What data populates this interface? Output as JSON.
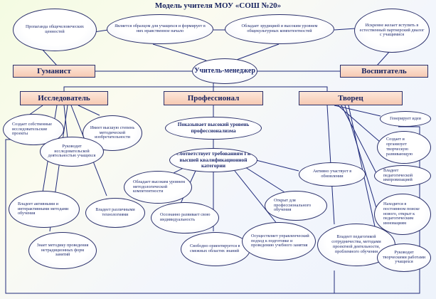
{
  "title": "Модель учителя МОУ «СОШ №20»",
  "center": "Учитель-менеджер",
  "roles": {
    "humanist": "Гуманист",
    "educator": "Воспитатель",
    "researcher": "Исследователь",
    "professional": "Профессионал",
    "creator": "Творец"
  },
  "top": {
    "values": "Пропаганда общечеловеческих ценностей",
    "example": "Является образцом для учащихся и формирует в них нравственное начало",
    "erudition": "Обладает эрудицией и высоким уровнем общекультурных компетентностей",
    "dialogue": "Искренне желает вступить в естественный партнерский диалог с учащимися"
  },
  "professional": {
    "level": "Показывает высокий уровень профессионализма",
    "category": "Соответствует требованиям I и высшей квалификационной категории"
  },
  "researcher": {
    "projects": "Создает собственные исследовательские проекты",
    "invent": "Имеет высшую степень методической изобретательности",
    "lead": "Руководит исследовательской деятельностью учащихся",
    "methods": "Владеет активными и интерактивными методами обучения",
    "tech": "Владеет различными технологиями",
    "nonstandard": "Знает методику проведения нетрадиционных форм занятий"
  },
  "middle": {
    "competence": "Обладает высоким уровнем методологической компетентности",
    "individuality": "Осознанно развивает свою индивидуальность",
    "orient": "Свободно ориентируется в смежных областях знаний",
    "approach": "Осуществляет управленческий подход к подготовке и проведению учебного занятия",
    "open": "Открыт для профессионального обучения",
    "update": "Активно участвует в обновлении",
    "cooperation": "Владеет педагогикой сотрудничества, методами проектной деятельности, проблемного обучения"
  },
  "creator": {
    "ideas": "Генерирует идеи",
    "space": "Создает и организует творческую развивающую",
    "improv": "Владеет педагогической импровизацией",
    "search": "Находится в постоянном поиске нового, открыт к педагогическим инновациям",
    "works": "Руководит творческими работами учащихся"
  }
}
